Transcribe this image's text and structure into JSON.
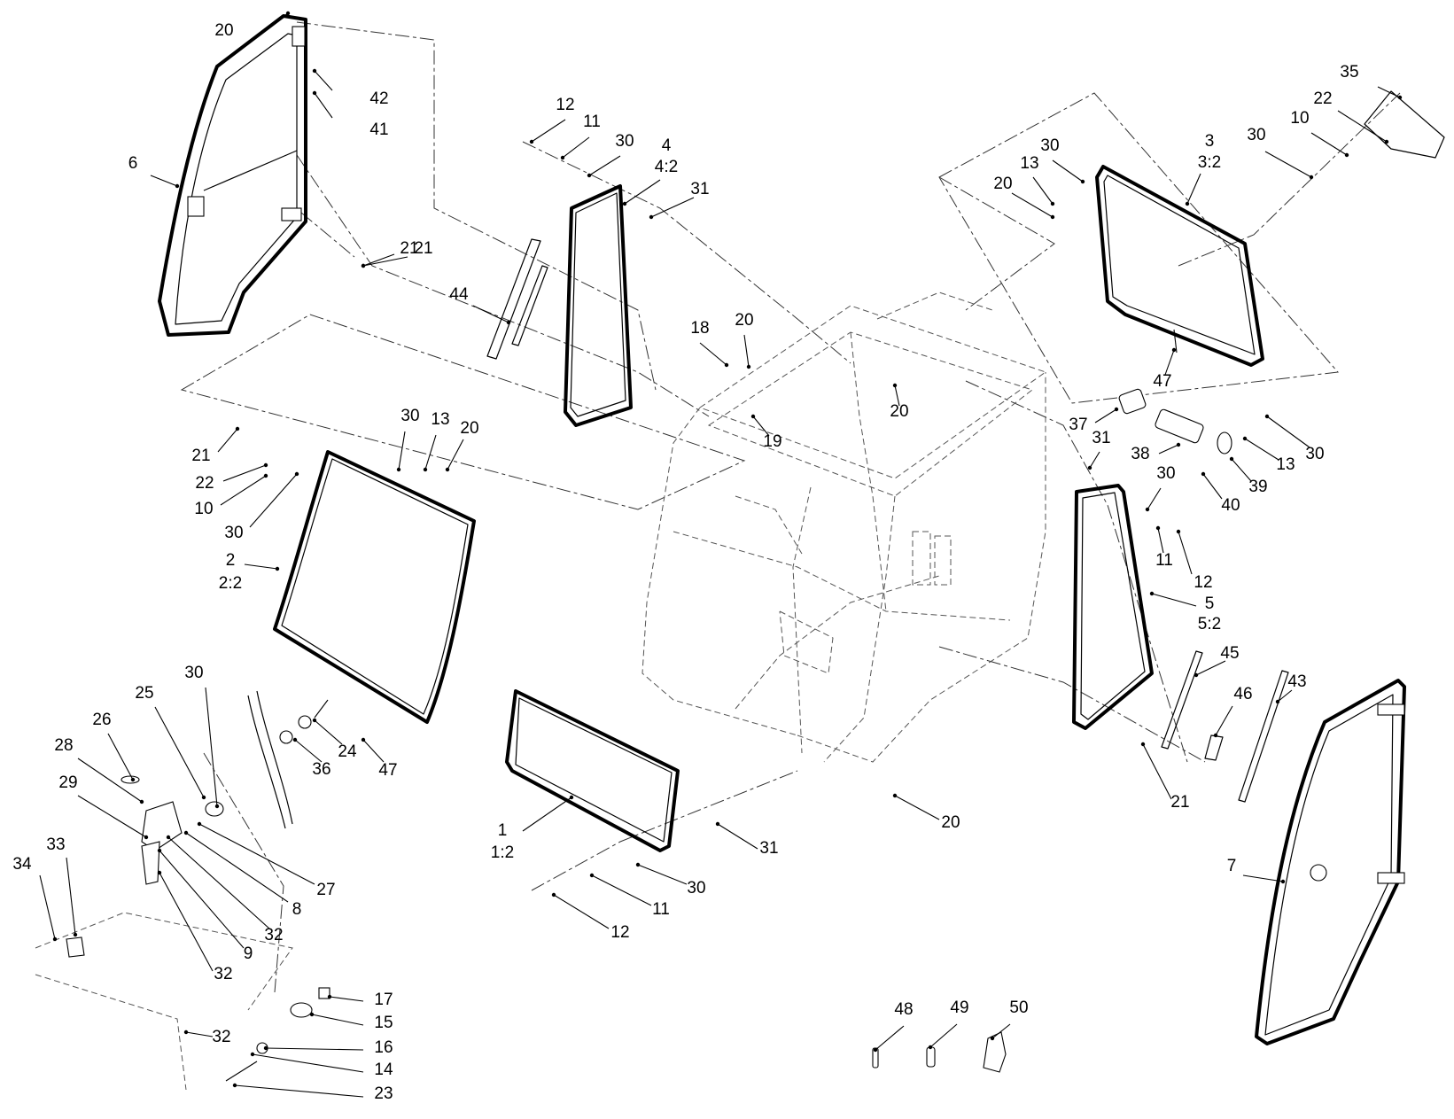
{
  "labels": [
    {
      "text": "20"
    },
    {
      "text": "42"
    },
    {
      "text": "41"
    },
    {
      "text": "6"
    },
    {
      "text": "21"
    },
    {
      "text": "12"
    },
    {
      "text": "11"
    },
    {
      "text": "30"
    },
    {
      "text": "4"
    },
    {
      "text": "4:2"
    },
    {
      "text": "31"
    },
    {
      "text": "44"
    },
    {
      "text": "18"
    },
    {
      "text": "20"
    },
    {
      "text": "20"
    },
    {
      "text": "19"
    },
    {
      "text": "21"
    },
    {
      "text": "3"
    },
    {
      "text": "3:2"
    },
    {
      "text": "30"
    },
    {
      "text": "13"
    },
    {
      "text": "20"
    },
    {
      "text": "35"
    },
    {
      "text": "22"
    },
    {
      "text": "10"
    },
    {
      "text": "30"
    },
    {
      "text": "47"
    },
    {
      "text": "37"
    },
    {
      "text": "38"
    },
    {
      "text": "31"
    },
    {
      "text": "30"
    },
    {
      "text": "13"
    },
    {
      "text": "39"
    },
    {
      "text": "40"
    },
    {
      "text": "30"
    },
    {
      "text": "11"
    },
    {
      "text": "12"
    },
    {
      "text": "5"
    },
    {
      "text": "5:2"
    },
    {
      "text": "45"
    },
    {
      "text": "43"
    },
    {
      "text": "46"
    },
    {
      "text": "21"
    },
    {
      "text": "21"
    },
    {
      "text": "22"
    },
    {
      "text": "10"
    },
    {
      "text": "30"
    },
    {
      "text": "30"
    },
    {
      "text": "13"
    },
    {
      "text": "20"
    },
    {
      "text": "2"
    },
    {
      "text": "2:2"
    },
    {
      "text": "30"
    },
    {
      "text": "25"
    },
    {
      "text": "26"
    },
    {
      "text": "28"
    },
    {
      "text": "29"
    },
    {
      "text": "36"
    },
    {
      "text": "24"
    },
    {
      "text": "47"
    },
    {
      "text": "27"
    },
    {
      "text": "8"
    },
    {
      "text": "32"
    },
    {
      "text": "9"
    },
    {
      "text": "32"
    },
    {
      "text": "33"
    },
    {
      "text": "34"
    },
    {
      "text": "17"
    },
    {
      "text": "15"
    },
    {
      "text": "32"
    },
    {
      "text": "16"
    },
    {
      "text": "14"
    },
    {
      "text": "23"
    },
    {
      "text": "1"
    },
    {
      "text": "1:2"
    },
    {
      "text": "31"
    },
    {
      "text": "30"
    },
    {
      "text": "11"
    },
    {
      "text": "12"
    },
    {
      "text": "20"
    },
    {
      "text": "7"
    },
    {
      "text": "48"
    },
    {
      "text": "49"
    },
    {
      "text": "50"
    }
  ]
}
